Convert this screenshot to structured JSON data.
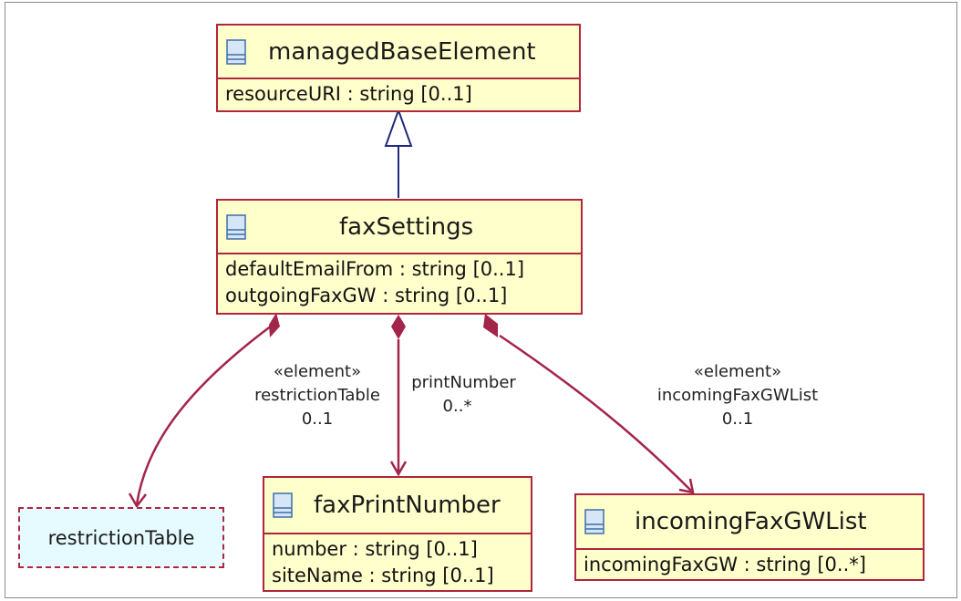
{
  "diagram": {
    "classes": {
      "managed_base_element": {
        "name": "managedBaseElement",
        "attributes": [
          "resourceURI : string [0..1]"
        ]
      },
      "fax_settings": {
        "name": "faxSettings",
        "attributes": [
          "defaultEmailFrom : string [0..1]",
          "outgoingFaxGW : string [0..1]"
        ]
      },
      "fax_print_number": {
        "name": "faxPrintNumber",
        "attributes": [
          "number : string [0..1]",
          "siteName : string [0..1]"
        ]
      },
      "incoming_fax_gw_list": {
        "name": "incomingFaxGWList",
        "attributes": [
          "incomingFaxGW : string [0..*]"
        ]
      }
    },
    "external": {
      "restriction_table": "restrictionTable"
    },
    "associations": {
      "restriction_table": {
        "stereotype": "«element»",
        "role": "restrictionTable",
        "multiplicity": "0..1"
      },
      "print_number": {
        "role": "printNumber",
        "multiplicity": "0..*"
      },
      "incoming_fax_gw_list": {
        "stereotype": "«element»",
        "role": "incomingFaxGWList",
        "multiplicity": "0..1"
      }
    },
    "colors": {
      "border": "#b0263c",
      "class_fill": "#ffffcc",
      "external_fill": "#e6fbff",
      "generalization": "#1f2a7a",
      "composition": "#a3254a"
    },
    "icons": [
      "class-icon"
    ]
  }
}
